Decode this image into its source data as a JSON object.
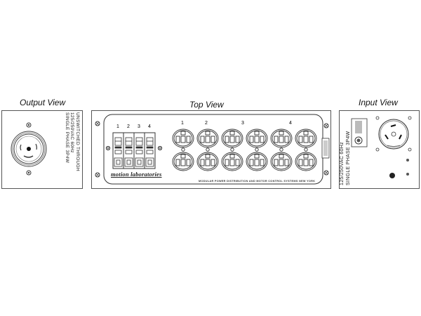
{
  "views": {
    "output": {
      "title": "Output View",
      "label_lines": [
        "UNSWITCHED THROUGH",
        "125/250VAC 60Hz",
        "SINGLE PHASE 3P4W"
      ]
    },
    "top": {
      "title": "Top View",
      "breaker_numbers": [
        "1",
        "2",
        "3",
        "4"
      ],
      "outlet_group_numbers": [
        "1",
        "2",
        "3",
        "4"
      ],
      "brand_logo": "motion laboratories",
      "footer_text": "MODULAR POWER DISTRIBUTION AND MOTOR CONTROL SYSTEMS  NEW YORK",
      "outlet_count": 12
    },
    "input": {
      "title": "Input View",
      "label_lines": [
        "125/250VAC 60Hz",
        "SINGLE PHASE 3P4W"
      ]
    }
  },
  "colors": {
    "line": "#333333",
    "background": "#ffffff",
    "indicator": "#222222"
  }
}
